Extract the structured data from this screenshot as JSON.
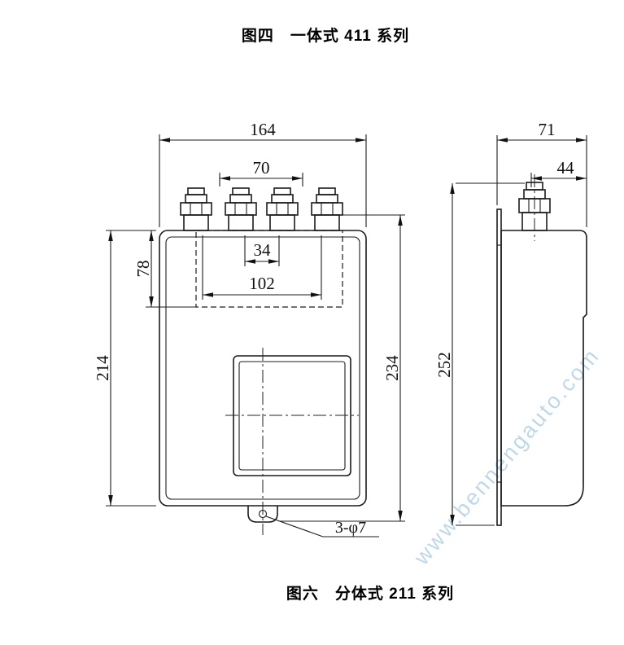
{
  "figure": {
    "title_top": "图四　一体式 411 系列",
    "title_bottom": "图六　分体式 211 系列"
  },
  "front_view": {
    "dim_width_overall": "164",
    "dim_terminal_pitch": "70",
    "dim_hidden_small": "34",
    "dim_hidden_large": "102",
    "dim_height_upper": "78",
    "dim_height_body": "214",
    "dim_height_overall": "234",
    "note_mounting_holes": "3-φ7"
  },
  "side_view": {
    "dim_depth_overall": "71",
    "dim_depth_cover": "44",
    "dim_height_overall": "252"
  },
  "watermark": {
    "text": "www.bennengauto.com",
    "color": "#b9d4e6"
  },
  "colors": {
    "line": "#1c1c1c",
    "background": "#ffffff"
  }
}
